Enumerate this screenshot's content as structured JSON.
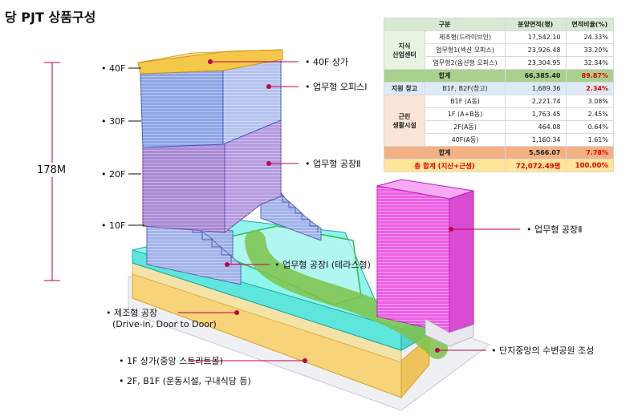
{
  "title": "당 PJT 상품구성",
  "height_label": "178M",
  "floors": [
    "40F",
    "30F",
    "20F",
    "10F"
  ],
  "callouts": {
    "f40_store": "• 40F 상가",
    "office1": "• 업무형 오피스Ⅰ",
    "factory2_upper": "• 업무형 공장Ⅱ",
    "factory2_right": "• 업무형 공장Ⅱ",
    "factory1_terrace": "• 업무형 공장Ⅰ (테라스형)",
    "manufacturing_line1": "• 제조형 공장",
    "manufacturing_line2": "(Drive-in, Door to Door)",
    "street_mall": "• 1F 상가(중앙 스트리트몰)",
    "basement": "• 2F, B1F (운동시설, 구내식당 등)",
    "park": "• 단지중앙의 수변공원 조성"
  },
  "table": {
    "headers": [
      "구분",
      "분양면적(평)",
      "면적비율(%)"
    ],
    "industrial_group": "지식\n산업센터",
    "industrial_rows": [
      {
        "name": "제조형(드라이브인)",
        "area": "17,542.10",
        "ratio": "24.33%"
      },
      {
        "name": "업무형1(섹션 오피스)",
        "area": "23,926.48",
        "ratio": "33.20%"
      },
      {
        "name": "업무형2(옵션형 오피스)",
        "area": "23,304.95",
        "ratio": "32.34%"
      }
    ],
    "industrial_sum": {
      "label": "합계",
      "area": "66,385.40",
      "ratio": "89.87%"
    },
    "warehouse": {
      "group": "지원 창고",
      "name": "B1F, B2F(창고)",
      "area": "1,689.36",
      "ratio": "2.34%"
    },
    "neighborhood_group": "근린\n생활시설",
    "neighborhood_rows": [
      {
        "name": "B1F (A동)",
        "area": "2,221.74",
        "ratio": "3.08%"
      },
      {
        "name": "1F (A+B동)",
        "area": "1,763.45",
        "ratio": "2.45%"
      },
      {
        "name": "2F(A동)",
        "area": "464.08",
        "ratio": "0.64%"
      },
      {
        "name": "40F(A동)",
        "area": "1,160.34",
        "ratio": "1.61%"
      }
    ],
    "neighborhood_sum": {
      "label": "합계",
      "area": "5,566.07",
      "ratio": "7.78%"
    },
    "grand_total": {
      "label": "총 합계 (지산+근생)",
      "area": "72,072.49평",
      "ratio": "100.00%"
    }
  },
  "colors": {
    "top_store": "#f5c84a",
    "office": "#8fa6e6",
    "factory_upper": "#a98ad6",
    "tower_b": "#ee5fe6",
    "podium": "#6ff0e8",
    "park": "#7ec24a",
    "leader": "#c0004a"
  }
}
